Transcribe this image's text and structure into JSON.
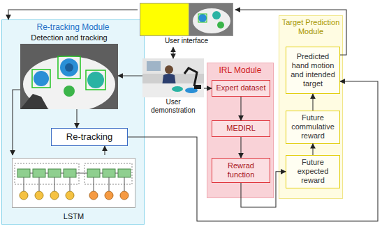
{
  "diagram": {
    "nodes": [
      {
        "text": [
          "Re-tracking Module"
        ]
      },
      {
        "text": [
          "Detection and tracking"
        ],
        "in": 0
      },
      {
        "text": [
          "Re-tracking"
        ],
        "in": 0
      },
      {
        "text": [
          "LSTM"
        ],
        "in": 0
      },
      {
        "text": [
          "User interface"
        ]
      },
      {
        "text": [
          "User demonstration"
        ]
      },
      {
        "text": [
          "IRL Module"
        ]
      },
      {
        "text": [
          "Expert dataset"
        ],
        "in": 6
      },
      {
        "text": [
          "MEDIRL"
        ],
        "in": 6
      },
      {
        "text": [
          "Rewrad function"
        ],
        "in": 6
      },
      {
        "text": [
          "Target Prediction Module"
        ]
      },
      {
        "text": [
          "Predicted hand motion and intended target"
        ],
        "in": 10
      },
      {
        "text": [
          "Future commulative reward"
        ],
        "in": 10
      },
      {
        "text": [
          "Future expected reward"
        ],
        "in": 10
      }
    ],
    "edges": [
      {
        "from": 11,
        "to": 4,
        "arrow": "to"
      },
      {
        "from": 4,
        "to": 0,
        "arrow": "to"
      },
      {
        "from": 4,
        "to": 5,
        "arrow": "both"
      },
      {
        "from": 5,
        "to": 1,
        "arrow": "to"
      },
      {
        "from": 5,
        "to": 7,
        "arrow": "to"
      },
      {
        "from": 7,
        "to": 8,
        "arrow": "to"
      },
      {
        "from": 8,
        "to": 9,
        "arrow": "to"
      },
      {
        "from": 9,
        "to": 13,
        "arrow": "to"
      },
      {
        "from": 13,
        "to": 12,
        "arrow": "to"
      },
      {
        "from": 12,
        "to": 11,
        "arrow": "to"
      },
      {
        "from": 1,
        "to": 2,
        "arrow": "to"
      },
      {
        "from": 1,
        "to": 3,
        "arrow": "to"
      },
      {
        "from": 3,
        "to": 2,
        "arrow": "to"
      },
      {
        "from": 2,
        "to": 11,
        "arrow": "to"
      }
    ]
  }
}
